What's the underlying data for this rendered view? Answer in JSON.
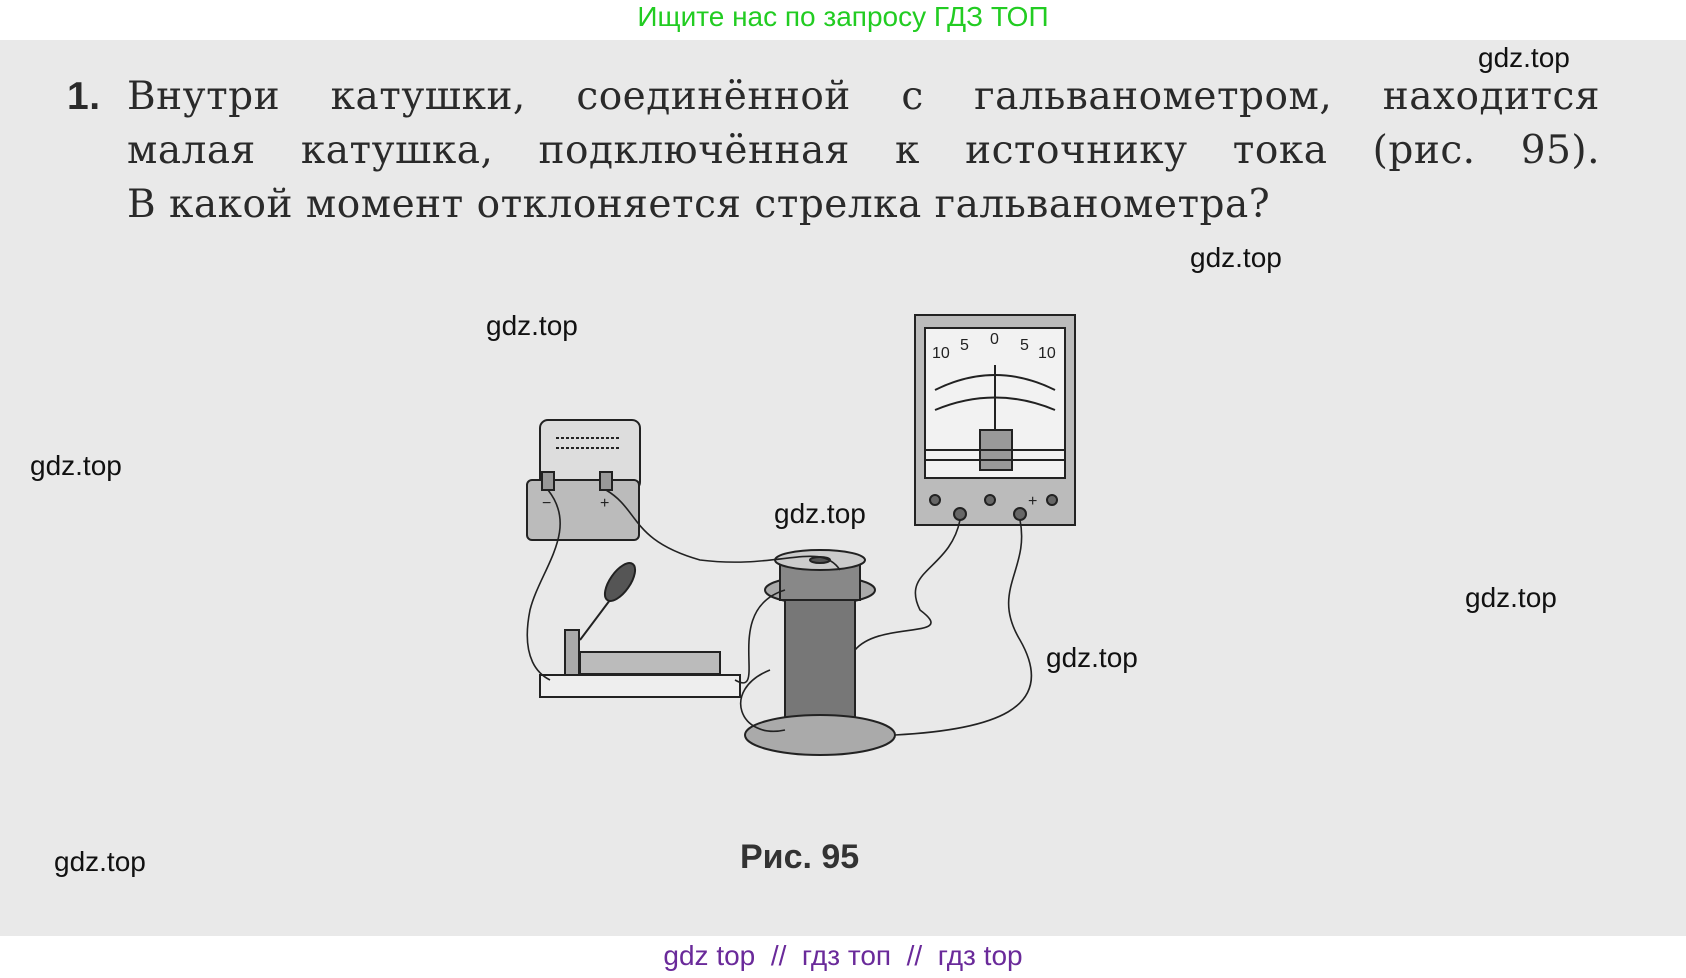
{
  "banner": "Ищите нас по запросу ГДЗ ТОП",
  "question": {
    "number": "1.",
    "lines": [
      "Внутри катушки, соединённой с гальванометром, находится",
      "малая катушка, подключённая к источнику тока (рис. 95).",
      "В какой момент отклоняется стрелка гальванометра?"
    ]
  },
  "figure": {
    "caption": "Рис. 95",
    "scale_labels": [
      "10",
      "5",
      "0",
      "5",
      "10"
    ],
    "terminal_labels": [
      "−",
      "+",
      "+"
    ]
  },
  "watermarks": [
    "gdz.top",
    "gdz.top",
    "gdz.top",
    "gdz.top",
    "gdz.top",
    "gdz.top",
    "gdz.top",
    "gdz.top"
  ],
  "footer": "gdz top  //  гдз топ  //  гдз top"
}
